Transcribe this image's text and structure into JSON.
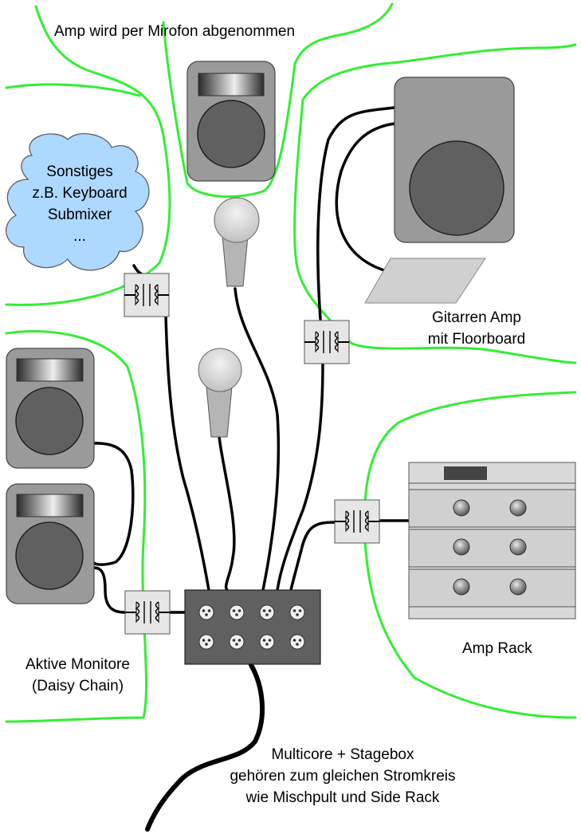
{
  "labels": {
    "amp_mic": "Amp wird per Mirofon abgenommen",
    "others": [
      "Sonstiges",
      "z.B. Keyboard",
      "Submixer",
      "..."
    ],
    "guitar_amp": [
      "Gitarren Amp",
      "mit Floorboard"
    ],
    "monitors": [
      "Aktive Monitore",
      "(Daisy Chain)"
    ],
    "amp_rack": "Amp Rack",
    "multicore": [
      "Multicore + Stagebox",
      "gehören zum gleichen Stromkreis",
      "wie Mischpult und Side Rack"
    ]
  },
  "colors": {
    "zone_line": "#33ee33",
    "cloud_fill": "#add8ff",
    "cable": "#000000",
    "device_gray": "#9a9a9a",
    "speaker_cone": "#606060",
    "stagebox": "#606060",
    "di_box": "#e6e6e6"
  },
  "icons": {
    "di_box": "transformer-di-box-icon",
    "microphone": "microphone-icon",
    "speaker": "speaker-box-icon",
    "xlr": "xlr-socket-icon"
  }
}
